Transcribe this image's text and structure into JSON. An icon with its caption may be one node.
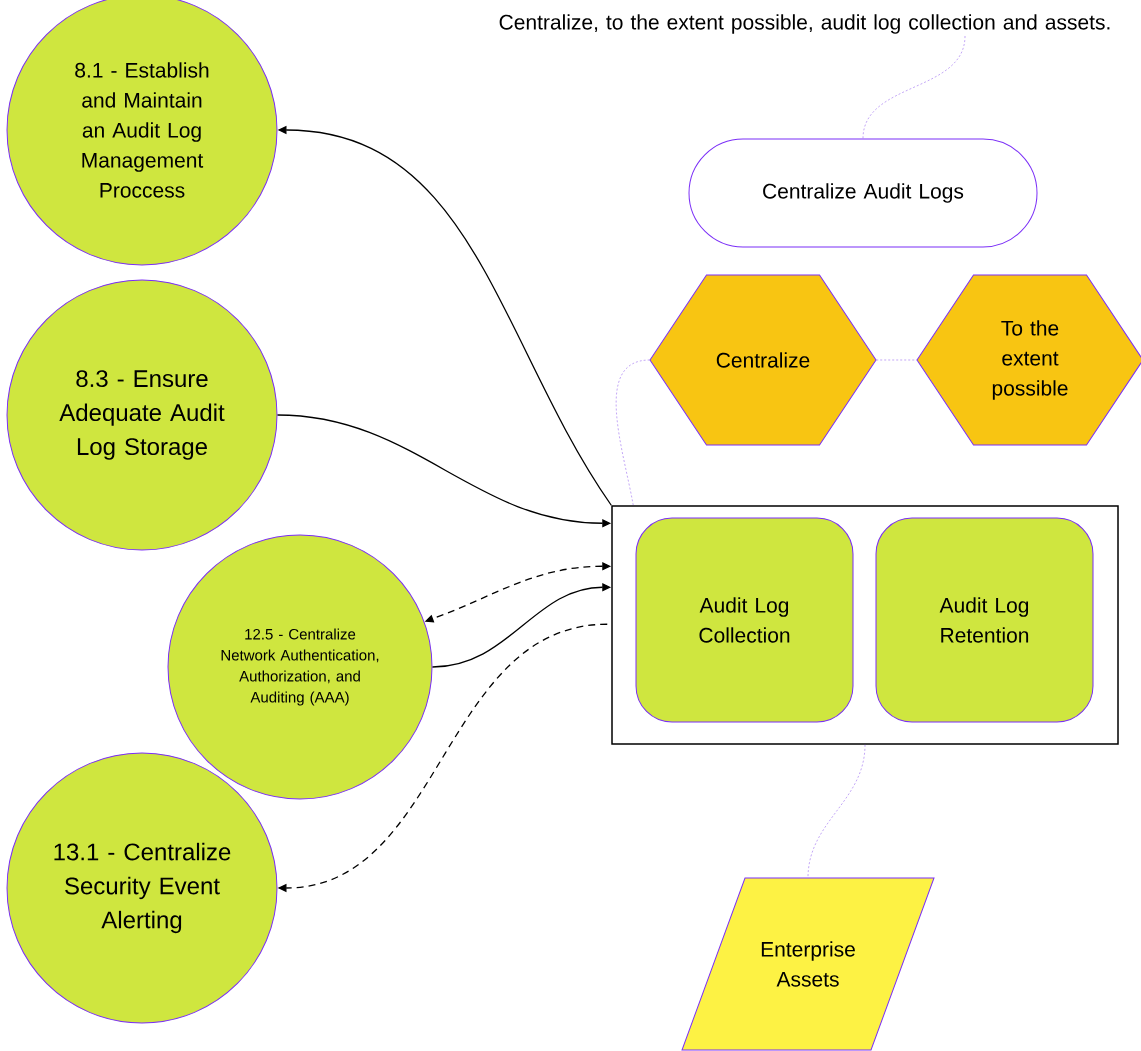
{
  "diagram": {
    "nodes": [
      {
        "text": [
          "Centralize, to the extent possible, audit log collection and assets."
        ]
      },
      {
        "text": [
          "8.1 - Establish and Maintain an Audit Log Management Proccess"
        ]
      },
      {
        "text": [
          "8.3 - Ensure Adequate Audit Log Storage"
        ]
      },
      {
        "text": [
          "12.5 - Centralize Network Authentication, Authorization, and Auditing (AAA)"
        ]
      },
      {
        "text": [
          "13.1 - Centralize Security Event Alerting"
        ]
      },
      {
        "text": [
          "Centralize Audit Logs"
        ]
      },
      {
        "text": [
          "Centralize"
        ]
      },
      {
        "text": [
          "To the extent possible"
        ]
      },
      {
        "text": [],
        "shape": "box"
      },
      {
        "text": [
          "Audit Log Collection"
        ],
        "in": 8
      },
      {
        "text": [
          "Audit Log Retention"
        ],
        "in": 8
      },
      {
        "text": [
          "Enterprise Assets"
        ]
      }
    ],
    "edges": [
      {
        "from": 8,
        "to": 1,
        "arrow": "to"
      },
      {
        "from": 2,
        "to": 8,
        "arrow": "to"
      },
      {
        "from": 8,
        "to": 3,
        "arrow": "both",
        "style": "dashed"
      },
      {
        "from": 3,
        "to": 8,
        "arrow": "to"
      },
      {
        "from": 8,
        "to": 4,
        "arrow": "to",
        "style": "dashed"
      },
      {
        "from": 0,
        "to": 5,
        "arrow": "none",
        "style": "dashed",
        "color": "#9b6cf0"
      },
      {
        "from": 6,
        "to": 7,
        "arrow": "none",
        "style": "dashed",
        "color": "#9b6cf0"
      },
      {
        "from": 6,
        "to": 8,
        "arrow": "none",
        "style": "dashed",
        "color": "#9b6cf0"
      },
      {
        "from": 8,
        "to": 11,
        "arrow": "none",
        "style": "dashed",
        "color": "#9b6cf0"
      }
    ]
  }
}
